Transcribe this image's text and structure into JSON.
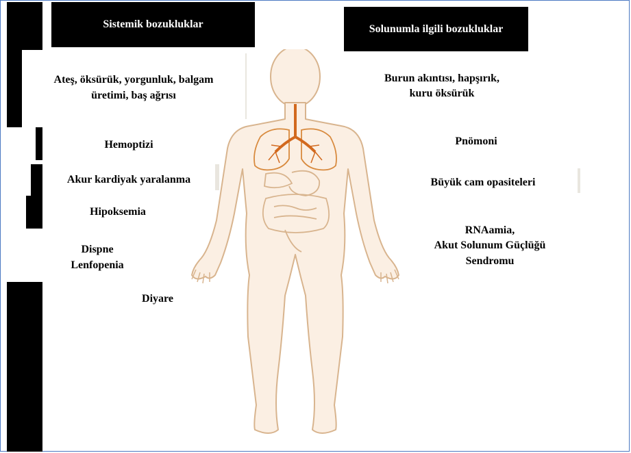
{
  "left": {
    "header": "Sistemik bozukluklar",
    "items": [
      "Ateş, öksürük, yorgunluk, balgam",
      "üretimi, baş ağrısı",
      "Hemoptizi",
      "Akur kardiyak yaralanma",
      "Hipoksemia",
      "Dispne",
      "Lenfopenia",
      "Diyare"
    ]
  },
  "right": {
    "header": "Solunumla ilgili bozukluklar",
    "items": [
      "Burun akıntısı,  hapşırık,",
      "kuru öksürük",
      "Pnömoni",
      "Büyük cam opasiteleri",
      "RNAamia,",
      "Akut Solunum Güçlüğü",
      "Sendromu"
    ]
  },
  "colors": {
    "skin": "#fbefe3",
    "outline": "#d8b48e",
    "organ": "#d88a3e",
    "trachea": "#d2691e",
    "header_bg": "#000000",
    "border": "#4a78c2"
  }
}
